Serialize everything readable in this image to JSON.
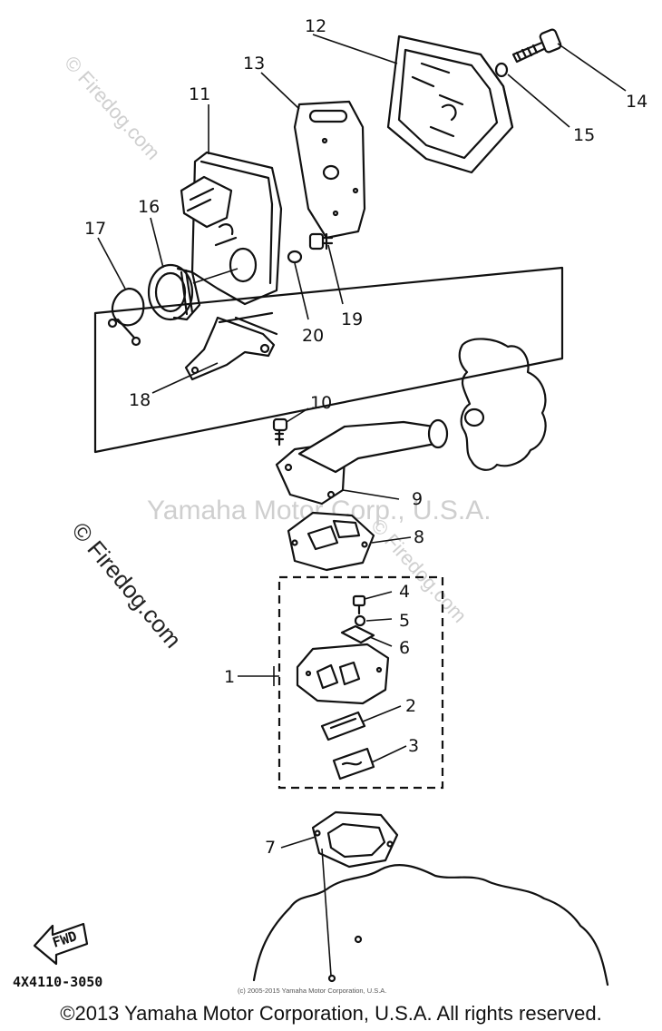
{
  "callouts": {
    "c1": "1",
    "c2": "2",
    "c3": "3",
    "c4": "4",
    "c5": "5",
    "c6": "6",
    "c7": "7",
    "c8": "8",
    "c9": "9",
    "c10": "10",
    "c11": "11",
    "c12": "12",
    "c13": "13",
    "c14": "14",
    "c15": "15",
    "c16": "16",
    "c17": "17",
    "c18": "18",
    "c19": "19",
    "c20": "20"
  },
  "watermarks": {
    "center": "Yamaha Motor Corp., U.S.A.",
    "left_top": "© Firedog.com",
    "left_mid": "© Firedog.com",
    "right_mid": "© Firedog.com"
  },
  "fwd_label": "FWD",
  "diagram_code": "4X4110-3050",
  "small_copyright": "(c) 2005-2015 Yamaha Motor Corporation, U.S.A.",
  "footer_copyright": "©2013 Yamaha Motor Corporation, U.S.A. All rights reserved."
}
